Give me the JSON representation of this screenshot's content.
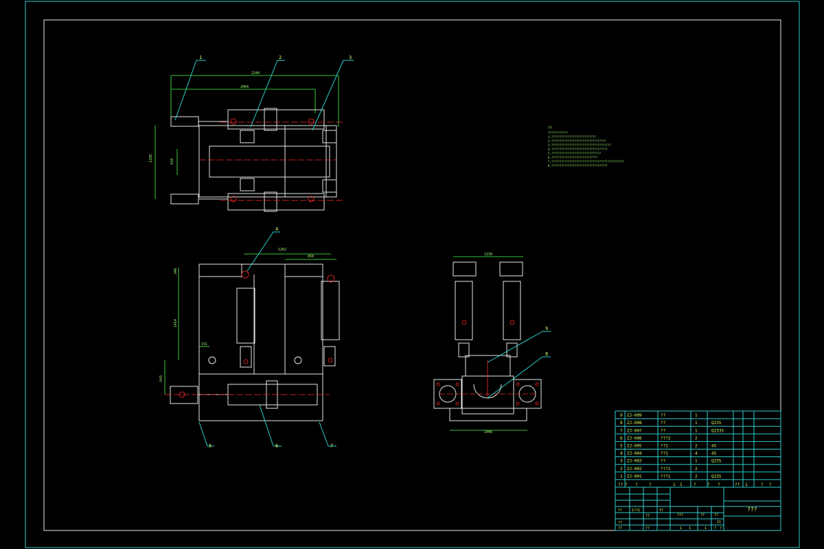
{
  "views": {
    "top": {
      "dims": [
        "2240",
        "2064",
        "1320",
        "410"
      ],
      "callouts": [
        "1",
        "2",
        "3"
      ]
    },
    "front": {
      "dims": [
        "1262",
        "850",
        "340",
        "1414",
        "151",
        "643"
      ],
      "callouts": [
        "4",
        "5",
        "6",
        "7"
      ]
    },
    "side": {
      "dims": [
        "1150",
        "1046"
      ],
      "callouts": [
        "9",
        "8"
      ]
    }
  },
  "notes": {
    "title": "??",
    "lines": [
      "????????????",
      "1.???????????????????????????",
      "2.?????????????????????????????????",
      "3.????????????????????????????????????",
      "4.??????????????????????????????????",
      "5.??????????????????????????????",
      "6.????????????????????????????",
      "7.????????????????????????????????????????????",
      "8.??????????????????????????????????"
    ]
  },
  "bom": [
    {
      "no": "9",
      "code": "ZJ-009",
      "name": "??",
      "qty": "1",
      "mat": ""
    },
    {
      "no": "8",
      "code": "ZJ-008",
      "name": "??",
      "qty": "1",
      "mat": "Q235"
    },
    {
      "no": "7",
      "code": "ZJ-007",
      "name": "??",
      "qty": "1",
      "mat": "Q2335"
    },
    {
      "no": "6",
      "code": "ZJ-006",
      "name": "???2",
      "qty": "2",
      "mat": ""
    },
    {
      "no": "5",
      "code": "ZJ-005",
      "name": "??2",
      "qty": "2",
      "mat": "45"
    },
    {
      "no": "4",
      "code": "ZJ-004",
      "name": "??1",
      "qty": "4",
      "mat": "45"
    },
    {
      "no": "3",
      "code": "ZJ-003",
      "name": "??",
      "qty": "1",
      "mat": "Q235"
    },
    {
      "no": "2",
      "code": "ZJ-002",
      "name": "???1",
      "qty": "2",
      "mat": ""
    },
    {
      "no": "1",
      "code": "ZJ-001",
      "name": "???1",
      "qty": "2",
      "mat": "Q235"
    }
  ],
  "bom_header": [
    "??",
    "?",
    "?",
    "?",
    "1",
    "1",
    "?",
    "?",
    "?",
    "??",
    "1",
    "?",
    "?"
  ],
  "title_block": {
    "drawing_name": "???",
    "cells": [
      "??",
      "1??1",
      "??",
      "??",
      "??",
      "???",
      "??",
      "??",
      "??",
      "??",
      "?",
      "1",
      "1",
      "1",
      "?",
      "?",
      "11"
    ]
  }
}
